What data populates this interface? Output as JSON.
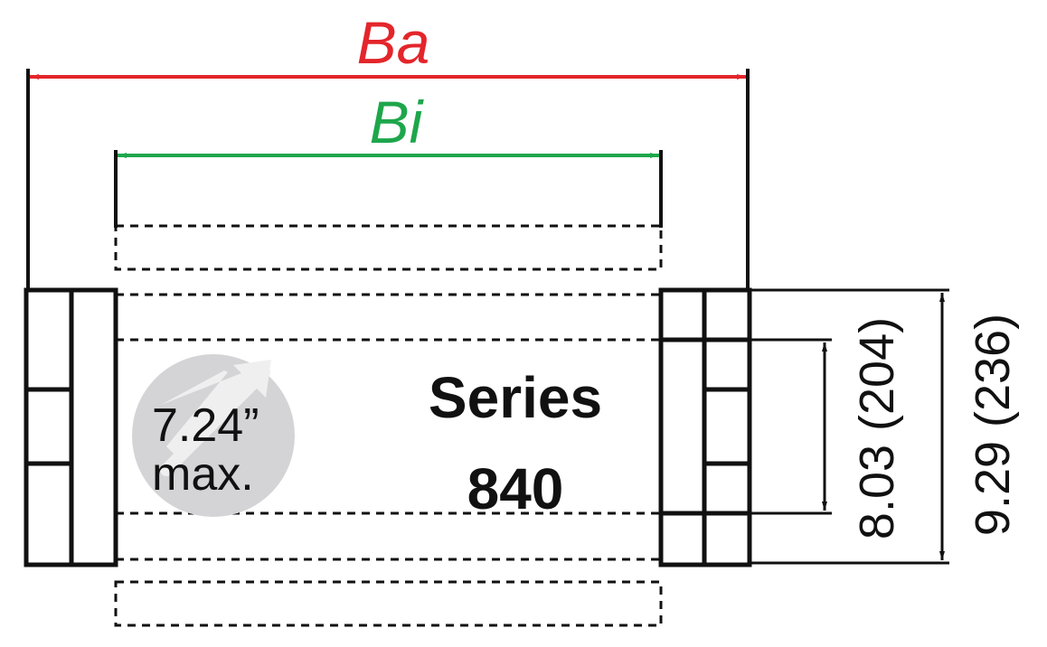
{
  "colors": {
    "outer_width": "#e3262b",
    "inner_width": "#1ea64b",
    "ink": "#111111",
    "badge_fill": "#d4d4d6",
    "badge_arrow": "#f2f2f2"
  },
  "labels": {
    "outer_width": "Ba",
    "inner_width": "Bi",
    "series_line1": "Series",
    "series_line2": "840",
    "max_value": "7.24”",
    "max_suffix": "max.",
    "inner_height": "8.03 (204)",
    "outer_height": "9.29 (236)"
  },
  "icons": {
    "badge": "diagonal-arrow-badge-icon"
  }
}
